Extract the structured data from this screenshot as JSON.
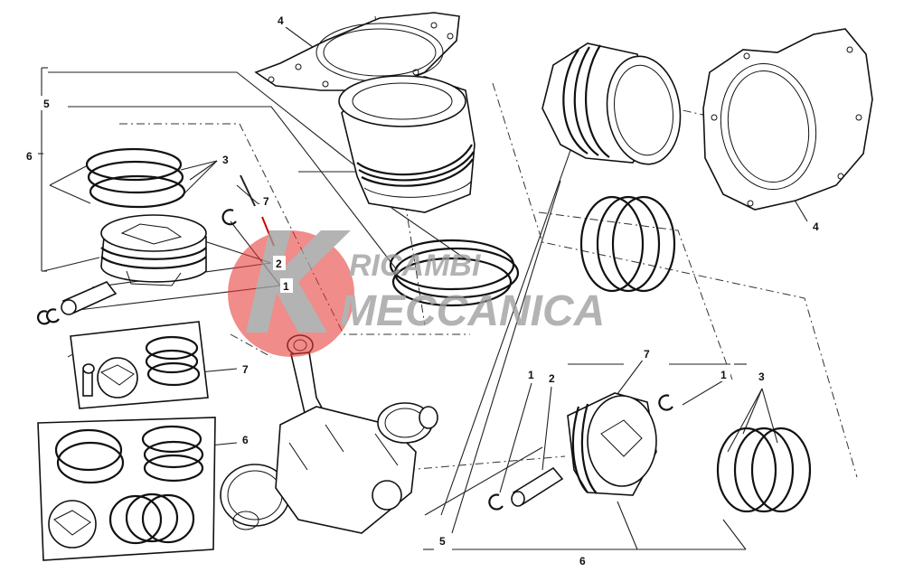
{
  "diagram": {
    "callouts": [
      {
        "id": "c4-top",
        "label": "4"
      },
      {
        "id": "c5-left",
        "label": "5"
      },
      {
        "id": "c6-left",
        "label": "6"
      },
      {
        "id": "c3-left",
        "label": "3"
      },
      {
        "id": "c7-left",
        "label": "7"
      },
      {
        "id": "c2-left",
        "label": "2"
      },
      {
        "id": "c1-left",
        "label": "1"
      },
      {
        "id": "c7-box",
        "label": "7"
      },
      {
        "id": "c6-box",
        "label": "6"
      },
      {
        "id": "c4-right",
        "label": "4"
      },
      {
        "id": "c7-right",
        "label": "7"
      },
      {
        "id": "c1-right-a",
        "label": "1"
      },
      {
        "id": "c2-right",
        "label": "2"
      },
      {
        "id": "c1-right-b",
        "label": "1"
      },
      {
        "id": "c3-right",
        "label": "3"
      },
      {
        "id": "c5-bottom",
        "label": "5"
      },
      {
        "id": "c6-bottom",
        "label": "6"
      }
    ],
    "watermark": {
      "line1": "RICAMBI",
      "line2": "MECCANICA",
      "logo_color": "#e53935"
    }
  }
}
